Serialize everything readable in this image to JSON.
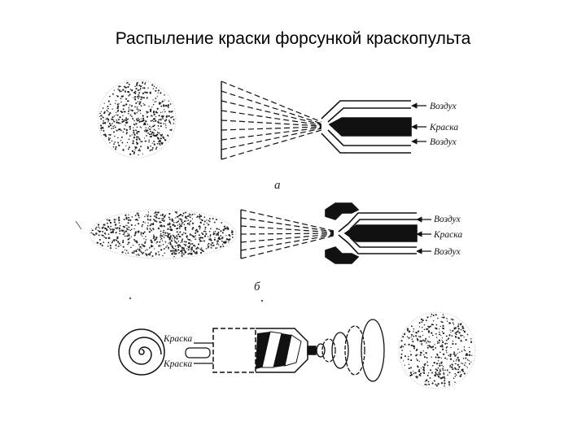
{
  "title": "Распыление краски форсункой краскопульта",
  "panel_a": {
    "caption": "а",
    "labels": [
      "Воздух",
      "Краска",
      "Воздух"
    ]
  },
  "panel_b": {
    "caption": "б",
    "labels": [
      "Воздух",
      "Краска",
      "Воздух"
    ]
  },
  "panel_c": {
    "labels": [
      "Краска",
      "Краска"
    ]
  },
  "colors": {
    "ink": "#111111",
    "background": "#ffffff"
  }
}
